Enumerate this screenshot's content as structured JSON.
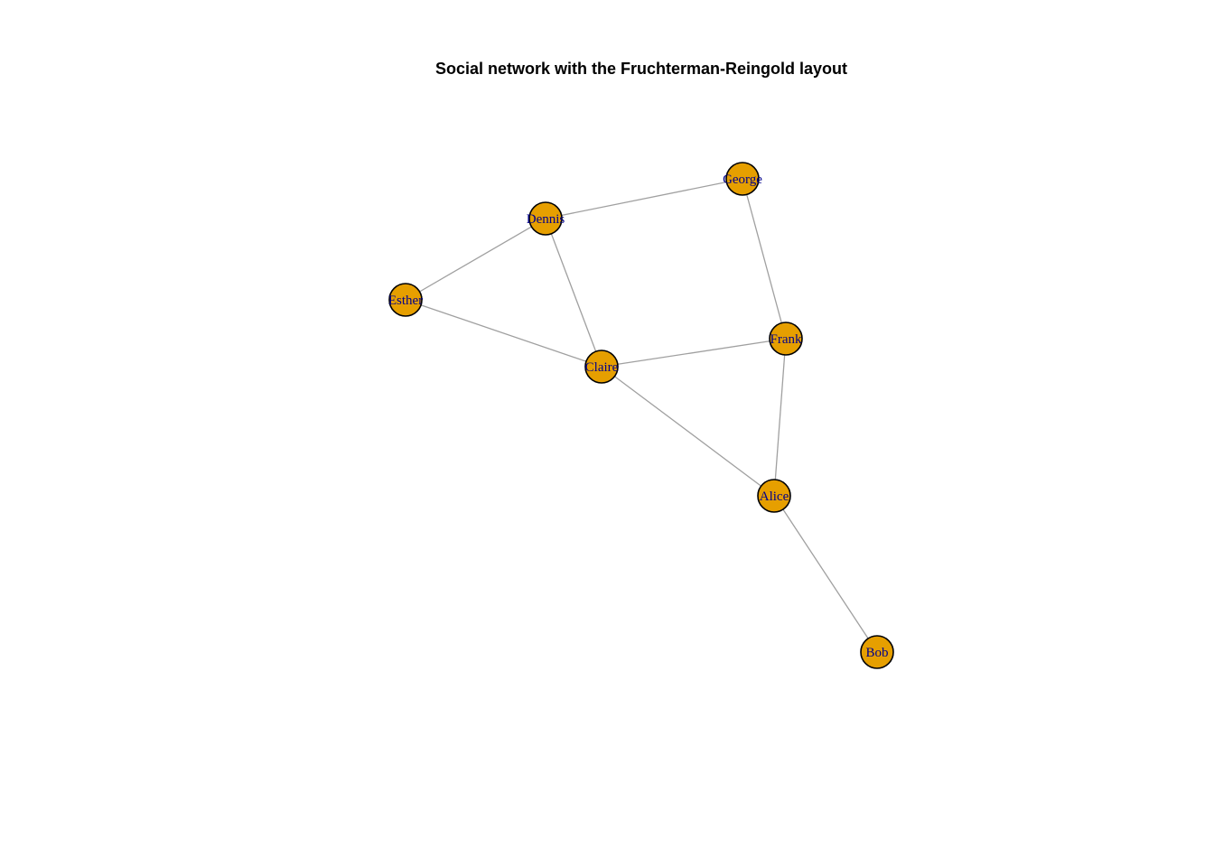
{
  "title": "Social network with the Fruchterman-Reingold layout",
  "colors": {
    "node_fill": "#E69F00",
    "node_border": "#000000",
    "edge": "#A0A0A0",
    "label": "#00008B"
  },
  "nodes": [
    {
      "id": "george",
      "label": "George"
    },
    {
      "id": "dennis",
      "label": "Dennis"
    },
    {
      "id": "esther",
      "label": "Esther"
    },
    {
      "id": "frank",
      "label": "Frank"
    },
    {
      "id": "claire",
      "label": "Claire"
    },
    {
      "id": "alice",
      "label": "Alice"
    },
    {
      "id": "bob",
      "label": "Bob"
    }
  ],
  "edges": [
    {
      "source": "dennis",
      "target": "george"
    },
    {
      "source": "george",
      "target": "frank"
    },
    {
      "source": "dennis",
      "target": "esther"
    },
    {
      "source": "dennis",
      "target": "claire"
    },
    {
      "source": "esther",
      "target": "claire"
    },
    {
      "source": "claire",
      "target": "frank"
    },
    {
      "source": "claire",
      "target": "alice"
    },
    {
      "source": "frank",
      "target": "alice"
    },
    {
      "source": "alice",
      "target": "bob"
    }
  ]
}
